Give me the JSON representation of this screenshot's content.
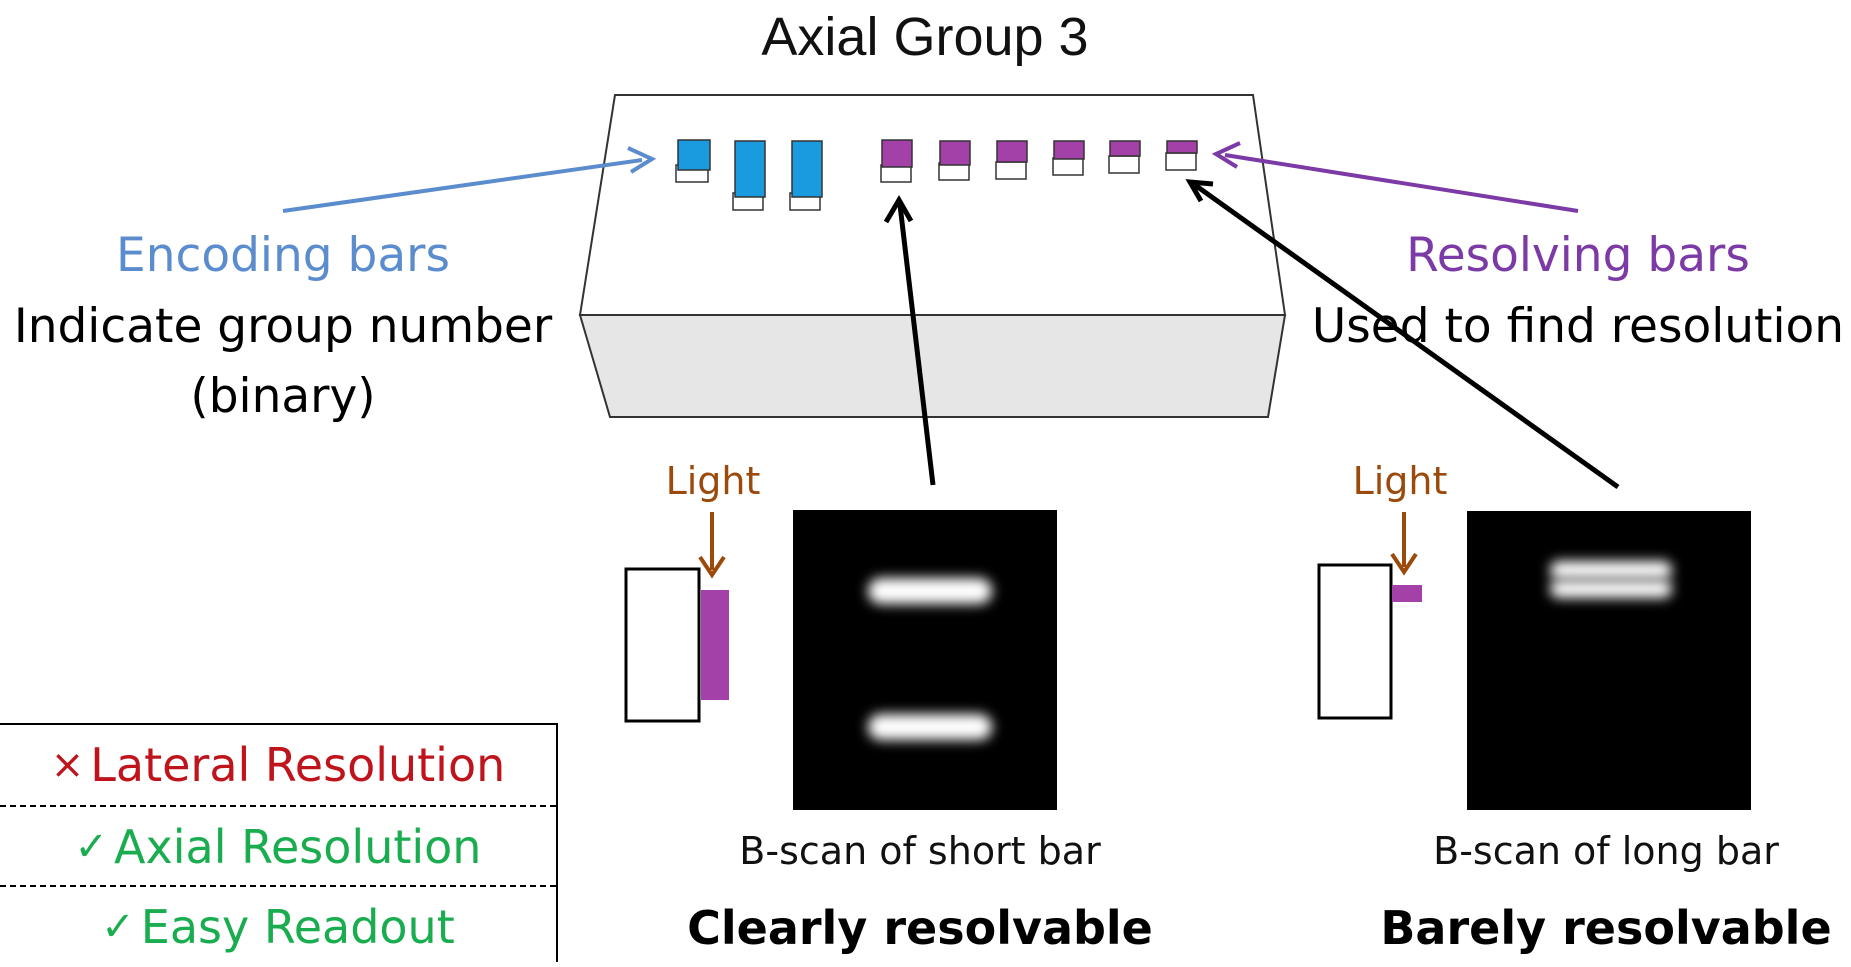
{
  "colors": {
    "encoding": "#5b8ccd",
    "resolving": "#7b3aa6",
    "light": "#9b4a0c",
    "fail": "#c0141c",
    "pass": "#1aad4f",
    "encoding_bar": "#1a9be0",
    "resolving_bar": "#a441a8"
  },
  "title": "Axial Group 3",
  "encoding": {
    "label": "Encoding bars",
    "desc_line1": "Indicate group number",
    "desc_line2": "(binary)"
  },
  "resolving": {
    "label": "Resolving bars",
    "desc": "Used to find resolution"
  },
  "panels": {
    "short": {
      "light": "Light",
      "caption": "B-scan of short bar",
      "verdict": "Clearly resolvable"
    },
    "long": {
      "light": "Light",
      "caption": "B-scan of long bar",
      "verdict": "Barely resolvable"
    }
  },
  "legend": [
    {
      "mark": "×",
      "text": "Lateral Resolution",
      "status": "fail"
    },
    {
      "mark": "✓",
      "text": "Axial Resolution",
      "status": "pass"
    },
    {
      "mark": "✓",
      "text": "Easy Readout",
      "status": "pass"
    }
  ],
  "icons": {
    "fail": "cross-mark-icon",
    "pass": "check-mark-icon"
  }
}
